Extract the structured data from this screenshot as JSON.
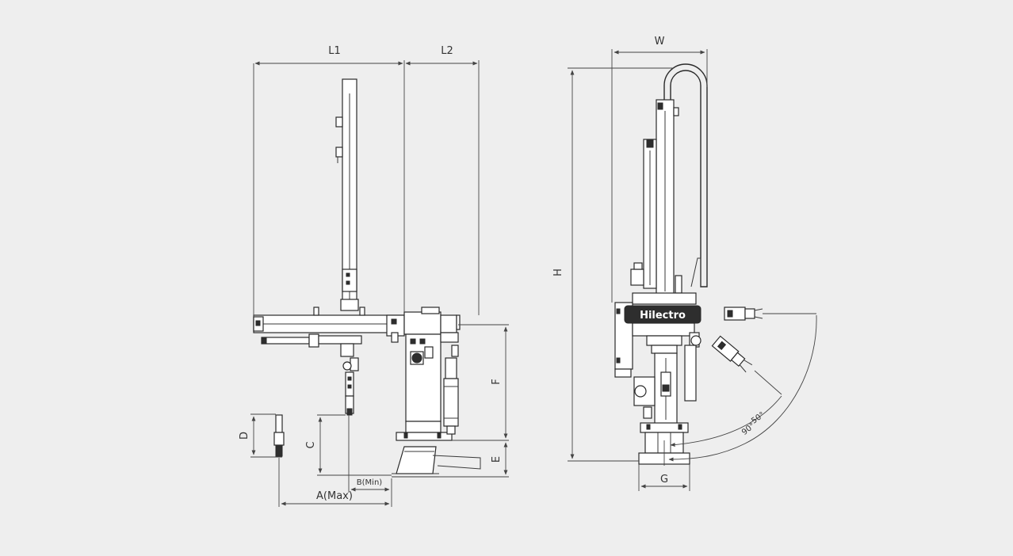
{
  "side_view": {
    "labels": {
      "L1": "L1",
      "L2": "L2",
      "D": "D",
      "C": "C",
      "F": "F",
      "E": "E",
      "B": "B(Min)",
      "A": "A(Max)"
    }
  },
  "front_view": {
    "labels": {
      "W": "W",
      "H": "H",
      "G": "G",
      "angle50": "50°",
      "angle90": "90°"
    },
    "brand": "Hilectro"
  }
}
